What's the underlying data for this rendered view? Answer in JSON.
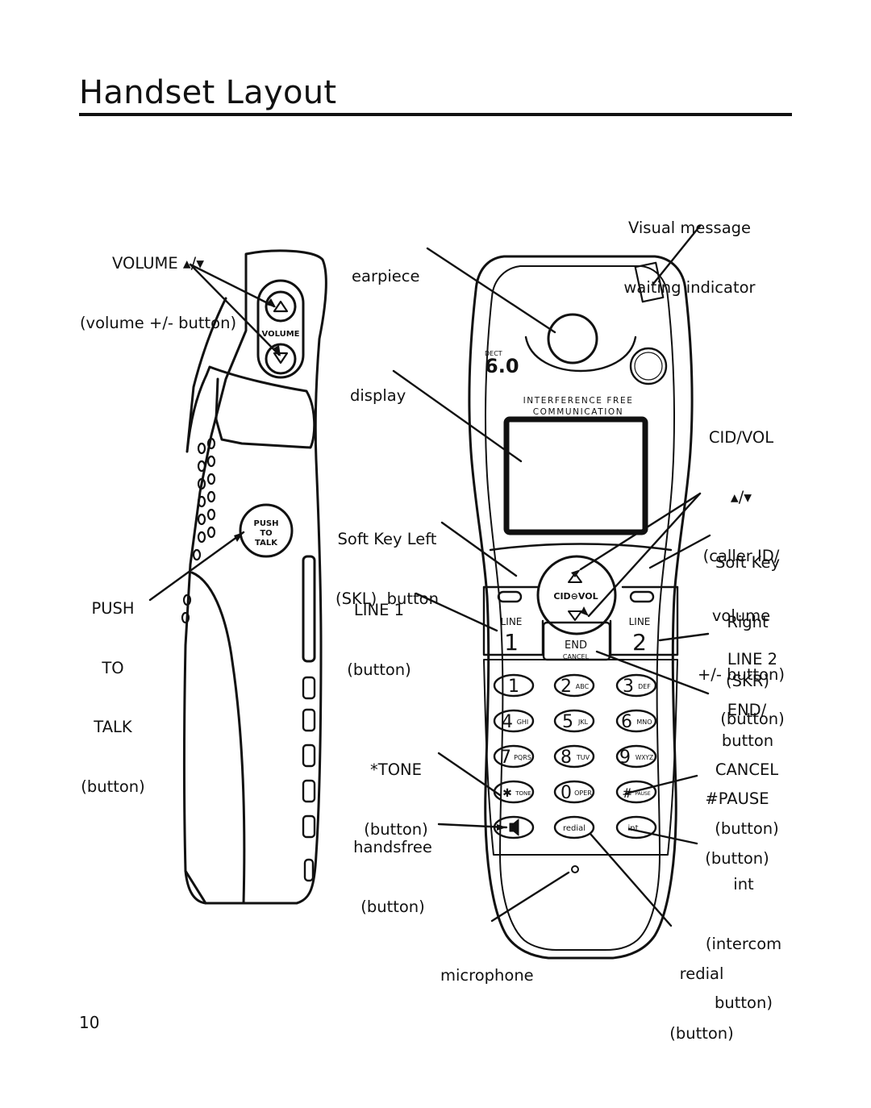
{
  "page": {
    "title": "Handset Layout",
    "page_number": "10"
  },
  "labels": {
    "volume_line1": "VOLUME ▴/▾",
    "volume_line2": "(volume +/- button)",
    "earpiece": "earpiece",
    "vmwi_line1": "Visual message",
    "vmwi_line2": "waiting indicator",
    "display": "display",
    "cidvol_line1": "CID/VOL",
    "cidvol_line2": "▴/▾",
    "cidvol_line3": "(caller ID/",
    "cidvol_line4": "volume",
    "cidvol_line5": "+/- button)",
    "skl_line1": "Soft Key Left",
    "skl_line2": "(SKL)  button",
    "skr_line1": "Soft Key",
    "skr_line2": "Right",
    "skr_line3": "(SKR)",
    "skr_line4": "button",
    "line1_line1": "LINE 1",
    "line1_line2": "(button)",
    "line2_line1": "LINE 2",
    "line2_line2": "(button)",
    "ptt_line1": "PUSH",
    "ptt_line2": "TO",
    "ptt_line3": "TALK",
    "ptt_line4": "(button)",
    "end_line1": "END/",
    "end_line2": "CANCEL",
    "end_line3": "(button)",
    "tone_line1": "*TONE",
    "tone_line2": "(button)",
    "pause_line1": "#PAUSE",
    "pause_line2": "(button)",
    "handsfree_line1": "handsfree",
    "handsfree_line2": "(button)",
    "int_line1": "int",
    "int_line2": "(intercom",
    "int_line3": "button)",
    "microphone": "microphone",
    "redial_line1": "redial",
    "redial_line2": "(button)"
  },
  "handset_text": {
    "dect": "DECT",
    "dect_version": "6.0",
    "brand_line1": "INTERFERENCE FREE",
    "brand_line2": "COMMUNICATION",
    "side_volume": "VOLUME",
    "ptt_1": "PUSH",
    "ptt_2": "TO",
    "ptt_3": "TALK",
    "cid_vol": "CID⊖VOL",
    "line_left": "LINE",
    "line_left_num": "1",
    "line_right": "LINE",
    "line_right_num": "2",
    "end": "END",
    "cancel": "CANCEL",
    "key_1": "1",
    "key_2": "2",
    "key_2_letters": "ABC",
    "key_3": "3",
    "key_3_letters": "DEF",
    "key_4": "4",
    "key_4_letters": "GHI",
    "key_5": "5",
    "key_5_letters": "JKL",
    "key_6": "6",
    "key_6_letters": "MNO",
    "key_7": "7",
    "key_7_letters": "PQRS",
    "key_8": "8",
    "key_8_letters": "TUV",
    "key_9": "9",
    "key_9_letters": "WXYZ",
    "key_star": "✱",
    "key_star_label": "TONE",
    "key_0": "0",
    "key_0_letters": "OPER",
    "key_hash": "#",
    "key_hash_label": "PAUSE",
    "key_redial": "redial",
    "key_int": "int"
  }
}
